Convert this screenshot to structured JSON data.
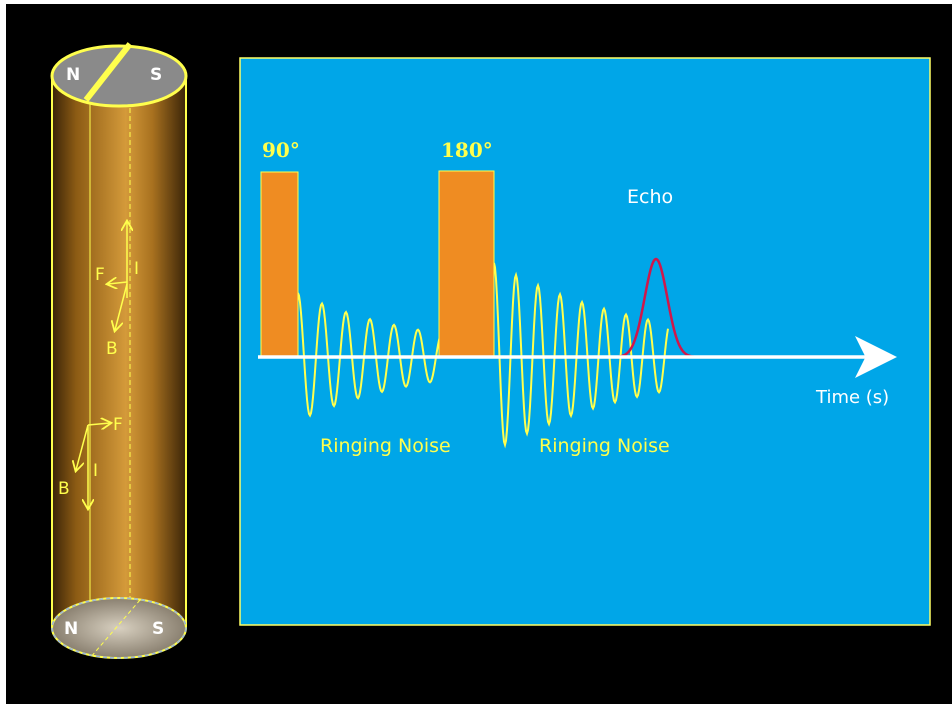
{
  "colors": {
    "background": "#000000",
    "panel": "#00A6E8",
    "panel_border": "#FFFF66",
    "pulse": "#EF8C22",
    "ringing": "#FFFF4D",
    "echo": "#D0174A",
    "axis": "#FFFFFF",
    "rod": "#B07A1E"
  },
  "magnet": {
    "top_north": "N",
    "top_south": "S",
    "bottom_north": "N",
    "bottom_south": "S"
  },
  "vectors": {
    "upper": {
      "current": "I",
      "force": "F",
      "field": "B"
    },
    "lower": {
      "current": "I",
      "force": "F",
      "field": "B"
    }
  },
  "pulses": {
    "first_label": "90°",
    "second_label": "180°"
  },
  "labels": {
    "echo": "Echo",
    "time_axis": "Time (s)",
    "ringing_noise_1": "Ringing Noise",
    "ringing_noise_2": "Ringing Noise"
  }
}
